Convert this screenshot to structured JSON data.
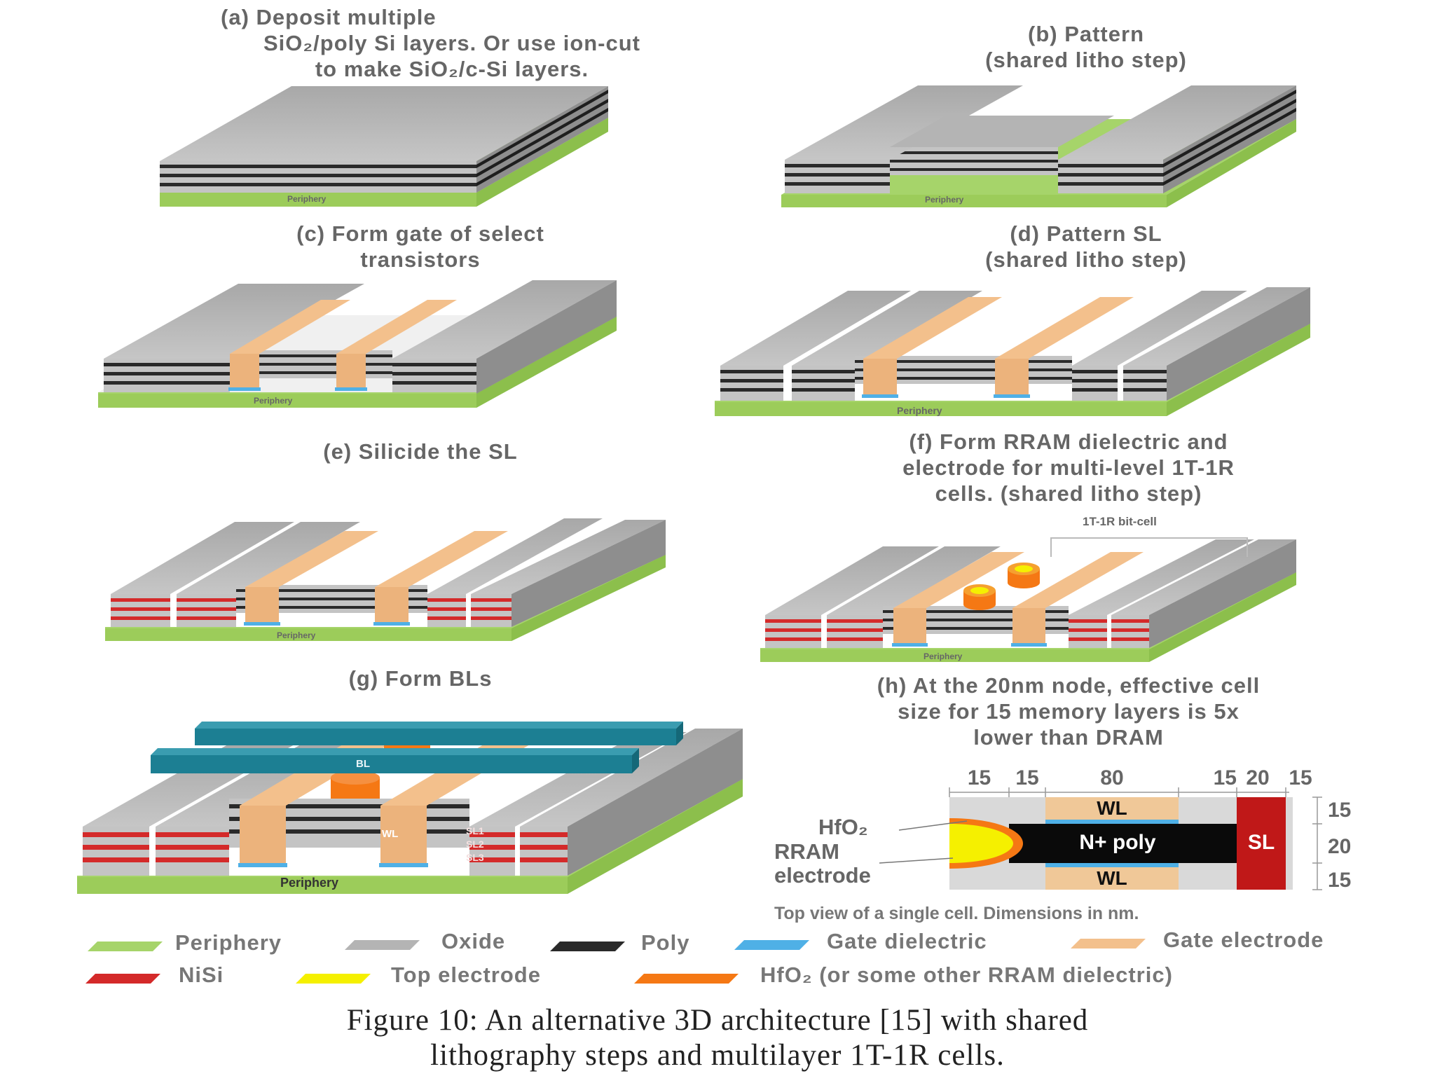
{
  "panels": {
    "a": {
      "lines": [
        "(a)    Deposit multiple",
        "SiO₂/poly Si layers. Or use ion-cut",
        "to make SiO₂/c-Si layers."
      ],
      "periphery": "Periphery"
    },
    "b": {
      "lines": [
        "(b) Pattern",
        "(shared litho step)"
      ],
      "periphery": "Periphery"
    },
    "c": {
      "lines": [
        "(c) Form gate of select",
        "transistors"
      ],
      "periphery": "Periphery"
    },
    "d": {
      "lines": [
        "(d) Pattern SL",
        "(shared litho step)"
      ],
      "periphery": "Periphery"
    },
    "e": {
      "lines": [
        "(e) Silicide the SL"
      ],
      "periphery": "Periphery"
    },
    "f": {
      "lines": [
        "(f) Form RRAM dielectric and",
        "electrode for multi-level 1T-1R",
        "cells. (shared litho step)"
      ],
      "periphery": "Periphery",
      "bitcell": "1T-1R bit-cell"
    },
    "g": {
      "lines": [
        "(g) Form BLs"
      ],
      "periphery": "Periphery",
      "bl": "BL",
      "wl": "WL",
      "sl": [
        "SL1",
        "SL2",
        "SL3"
      ]
    },
    "h": {
      "lines": [
        "(h) At the 20nm node, effective cell",
        "size for 15 memory layers is 5x",
        "lower than DRAM"
      ],
      "dims_top": [
        "15",
        "15",
        "80",
        "15",
        "20",
        "15"
      ],
      "dims_right": [
        "15",
        "20",
        "15"
      ],
      "wl_top": "WL",
      "wl_bottom": "WL",
      "npoly": "N+ poly",
      "sl": "SL",
      "left_labels": [
        "HfO₂",
        "RRAM",
        "electrode"
      ],
      "note": "Top view of a single cell. Dimensions in nm."
    }
  },
  "legend": [
    {
      "label": "Periphery",
      "color": "#a6d46a"
    },
    {
      "label": "Oxide",
      "color": "#b4b4b4"
    },
    {
      "label": "Poly",
      "color": "#2a2a2a"
    },
    {
      "label": "Gate dielectric",
      "color": "#4fb0e6"
    },
    {
      "label": "Gate electrode",
      "color": "#f3c08c"
    },
    {
      "label": "NiSi",
      "color": "#d42a2a"
    },
    {
      "label": "Top electrode",
      "color": "#f5f000"
    },
    {
      "label": "HfO₂ (or some other RRAM dielectric)",
      "color": "#f57814"
    }
  ],
  "caption": [
    "Figure 10: An alternative 3D architecture [15] with shared",
    "lithography steps and multilayer 1T-1R cells."
  ]
}
